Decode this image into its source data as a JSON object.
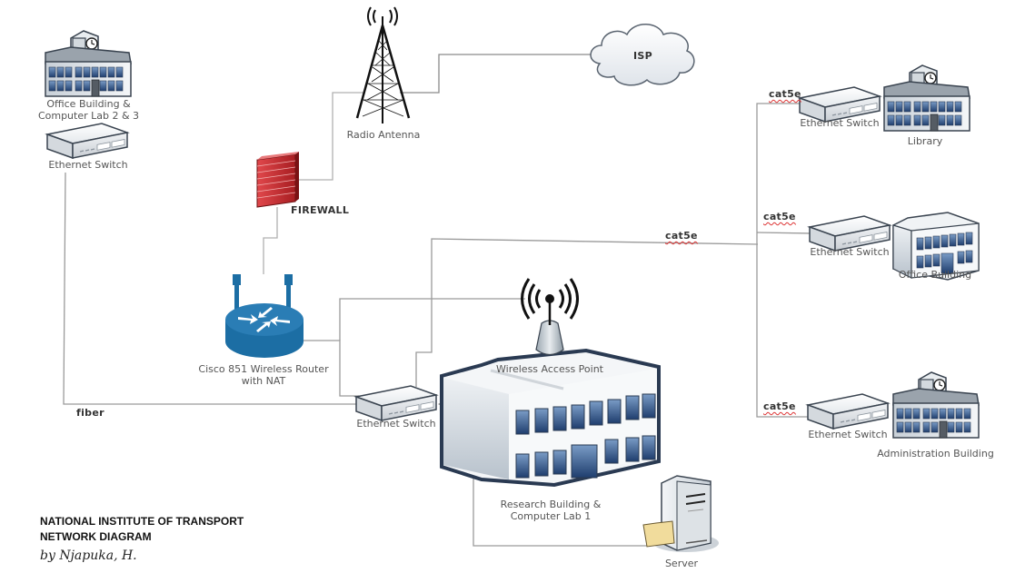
{
  "diagram": {
    "title_line1": "NATIONAL INSTITUTE OF TRANSPORT",
    "title_line2": "NETWORK DIAGRAM",
    "author": "by Njapuka, H.",
    "colors": {
      "line": "#999999",
      "router_blue": "#1c6ea4",
      "firewall_red": "#c0272d",
      "building_window": "#2c4d7a",
      "text": "#555555"
    },
    "nodes": {
      "office_lab23": {
        "label_line1": "Office Building &",
        "label_line2": "Computer Lab 2 & 3",
        "icon": "office-building-with-clock-icon"
      },
      "office_lab23_switch": {
        "label": "Ethernet Switch",
        "icon": "ethernet-switch-icon"
      },
      "radio_antenna": {
        "label": "Radio Antenna",
        "icon": "radio-tower-icon"
      },
      "isp": {
        "label": "ISP",
        "icon": "cloud-icon"
      },
      "firewall": {
        "label": "FIREWALL",
        "icon": "brick-wall-icon"
      },
      "router": {
        "label_line1": "Cisco 851 Wireless Router",
        "label_line2": "with NAT",
        "icon": "router-icon"
      },
      "core_switch": {
        "label": "Ethernet Switch",
        "icon": "ethernet-switch-icon"
      },
      "wap": {
        "label": "Wireless Access Point",
        "icon": "wireless-access-point-icon"
      },
      "research_building": {
        "label_line1": "Research Building &",
        "label_line2": "Computer Lab 1",
        "icon": "office-building-icon"
      },
      "server": {
        "label": "Server",
        "icon": "server-tower-icon"
      },
      "library_switch": {
        "label": "Ethernet Switch",
        "icon": "ethernet-switch-icon"
      },
      "library": {
        "label": "Library",
        "icon": "office-building-with-clock-icon"
      },
      "office_switch": {
        "label": "Ethernet Switch",
        "icon": "ethernet-switch-icon"
      },
      "office_building": {
        "label": "Office Building",
        "icon": "office-building-icon"
      },
      "admin_switch": {
        "label": "Ethernet Switch",
        "icon": "ethernet-switch-icon"
      },
      "admin_building": {
        "label": "Administration Building",
        "icon": "office-building-with-clock-icon"
      }
    },
    "links": [
      {
        "from": "office_lab23_switch",
        "to": "core_switch",
        "label": "fiber"
      },
      {
        "from": "radio_antenna",
        "to": "isp",
        "label": ""
      },
      {
        "from": "firewall",
        "to": "radio_antenna",
        "label": ""
      },
      {
        "from": "router",
        "to": "firewall",
        "label": ""
      },
      {
        "from": "router",
        "to": "core_switch",
        "label": ""
      },
      {
        "from": "router",
        "to": "wap",
        "label": ""
      },
      {
        "from": "core_switch",
        "to": "backbone",
        "label": "cat5e"
      },
      {
        "from": "backbone",
        "to": "library_switch",
        "label": "cat5e"
      },
      {
        "from": "backbone",
        "to": "office_switch",
        "label": "cat5e"
      },
      {
        "from": "backbone",
        "to": "admin_switch",
        "label": "cat5e"
      },
      {
        "from": "server",
        "to": "core_switch",
        "label": ""
      }
    ]
  }
}
